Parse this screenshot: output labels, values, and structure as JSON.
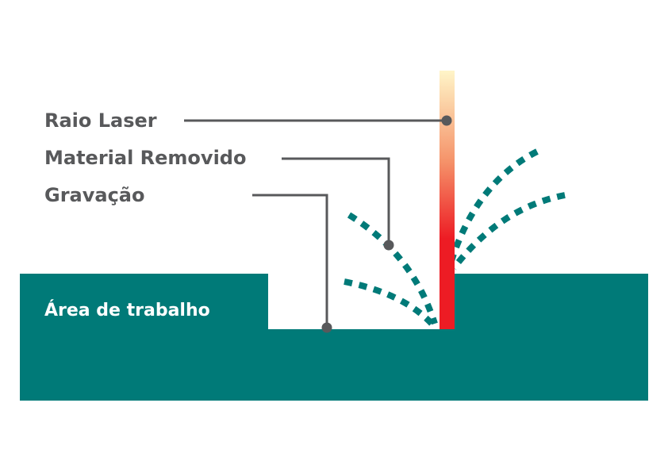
{
  "labels": {
    "laser": "Raio Laser",
    "removed": "Material Removido",
    "engraving": "Gravação",
    "workarea": "Área de trabalho"
  },
  "colors": {
    "workpiece": "#007a78",
    "leader": "#58595b",
    "laser_top": "#fff5c8",
    "laser_bottom": "#ed1c24"
  }
}
